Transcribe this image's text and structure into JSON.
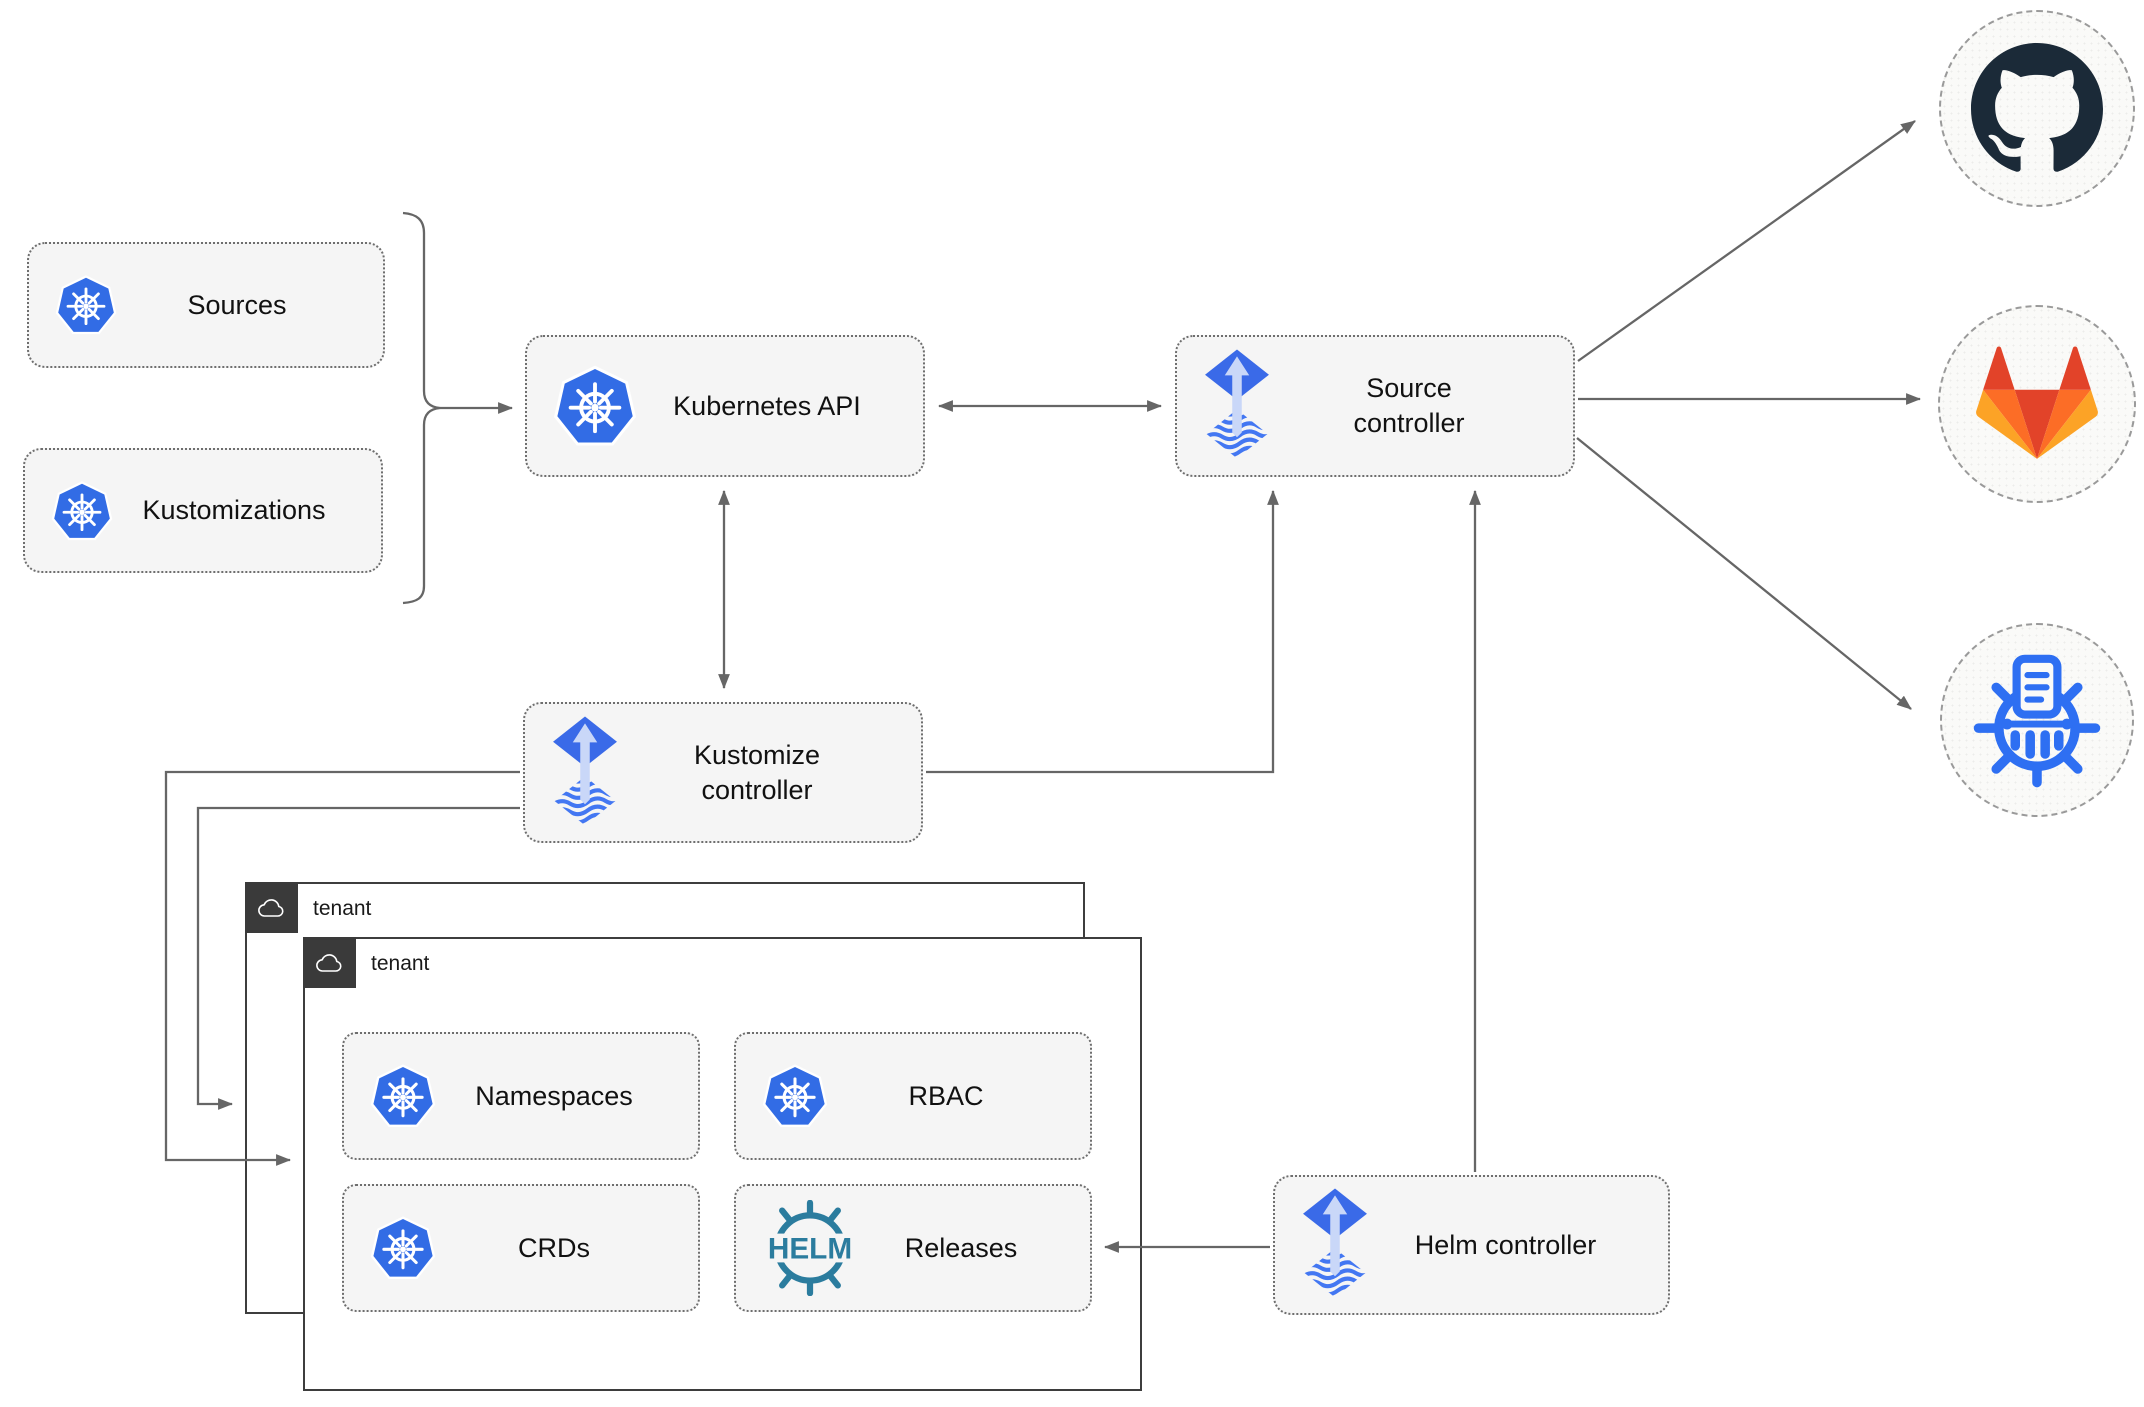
{
  "nodes": {
    "sources": {
      "label": "Sources",
      "icon": "kubernetes-icon"
    },
    "kustomizations": {
      "label": "Kustomizations",
      "icon": "kubernetes-icon"
    },
    "kubernetes_api": {
      "label": "Kubernetes API",
      "icon": "kubernetes-icon"
    },
    "source_controller": {
      "label": "Source controller",
      "icon": "flux-icon"
    },
    "kustomize_controller": {
      "label": "Kustomize controller",
      "icon": "flux-icon"
    },
    "helm_controller": {
      "label": "Helm controller",
      "icon": "flux-icon"
    }
  },
  "tenants": {
    "back": {
      "label": "tenant",
      "icon": "cloud-icon"
    },
    "front": {
      "label": "tenant",
      "icon": "cloud-icon"
    }
  },
  "tenant_resources": {
    "namespaces": {
      "label": "Namespaces",
      "icon": "kubernetes-icon"
    },
    "rbac": {
      "label": "RBAC",
      "icon": "kubernetes-icon"
    },
    "crds": {
      "label": "CRDs",
      "icon": "kubernetes-icon"
    },
    "releases": {
      "label": "Releases",
      "icon": "helm-icon",
      "icon_text": "HELM"
    }
  },
  "externals": {
    "github": {
      "icon": "github-icon"
    },
    "gitlab": {
      "icon": "gitlab-icon"
    },
    "helm_repository": {
      "icon": "helm-repository-icon"
    }
  },
  "colors": {
    "kubernetes_blue": "#326ce5",
    "flux_blue": "#3a6ae8",
    "flux_light_blue": "#c9d7f8",
    "flux_wave_blue": "#4377f2",
    "helm_teal": "#2b7c9e",
    "registry_blue": "#2e6ff2",
    "github_dark": "#1b2a38",
    "gitlab_red": "#e24329",
    "gitlab_orange": "#fc6d26",
    "gitlab_yellow": "#fca326",
    "connector_gray": "#666666",
    "node_fill": "#f5f5f5",
    "tenant_tab": "#3a3a3a"
  }
}
